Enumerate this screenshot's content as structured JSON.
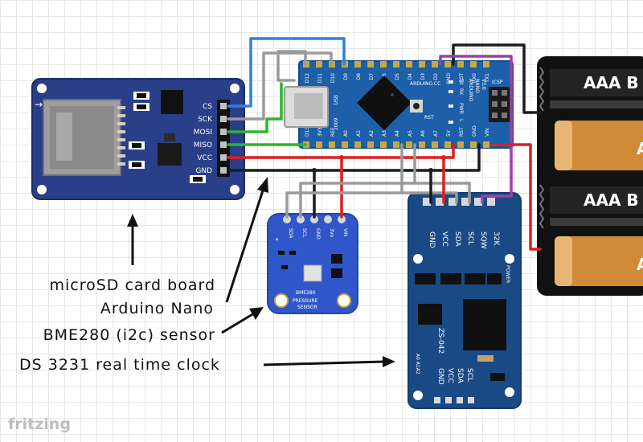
{
  "sd_board": {
    "pins": [
      "CS",
      "SCK",
      "MOSI",
      "MISO",
      "VCC",
      "GND"
    ]
  },
  "arduino": {
    "top_pins": [
      "D12",
      "D11",
      "D10",
      "D9",
      "D8",
      "D7",
      "D6",
      "D5",
      "D4",
      "D3",
      "D2",
      "GND",
      "RST",
      "RX0",
      "TX1"
    ],
    "bottom_pins": [
      "D13",
      "3V3",
      "REF",
      "A0",
      "A1",
      "A2",
      "A3",
      "A4",
      "A5",
      "A6",
      "A7",
      "5V",
      "RST",
      "GND",
      "VIN"
    ],
    "brand": "ARDUINO.CC",
    "model_line1": "ARDUINO",
    "model_line2": "NANO",
    "model_line3": "V3.0",
    "usb_label": "USB",
    "icsp_label": "ICSP",
    "rst_label": "RST",
    "year_label": "2009",
    "led_labels": [
      "TX",
      "RX",
      "PWR",
      "L"
    ]
  },
  "bme280": {
    "pins": [
      "SDA",
      "SCL",
      "GND",
      "3Vo",
      "VIN"
    ],
    "name": "BME280",
    "sub1": "PRESSURE",
    "sub2": "SENSOR"
  },
  "ds3231": {
    "top_pins": [
      "GND",
      "VCC",
      "SDA",
      "SCL",
      "SQW",
      "32K"
    ],
    "bottom_pins": [
      "SCL",
      "SDA",
      "VCC",
      "GND"
    ],
    "model": "ZS-042",
    "power_label": "POWER",
    "addr_label": "A0 A1A2"
  },
  "battery": {
    "label_full": "AAA B",
    "label_cut": "A"
  },
  "annotations": {
    "sd": "microSD card board",
    "nano": "Arduino Nano",
    "bme": "BME280 (i2c) sensor",
    "rtc": "DS 3231 real time clock"
  },
  "logo": "fritzing",
  "colors": {
    "blue_board": "#2a3f8a",
    "nano_board": "#1d5fa8",
    "sensor_board": "#3057c9",
    "rtc_board": "#1a4a86",
    "wire_red": "#dd1f1f",
    "wire_black": "#1c1c1c",
    "wire_gray": "#9a9a9a",
    "wire_green": "#2cb52c",
    "wire_blue": "#2f80d8",
    "wire_purple": "#9b3fa6"
  }
}
